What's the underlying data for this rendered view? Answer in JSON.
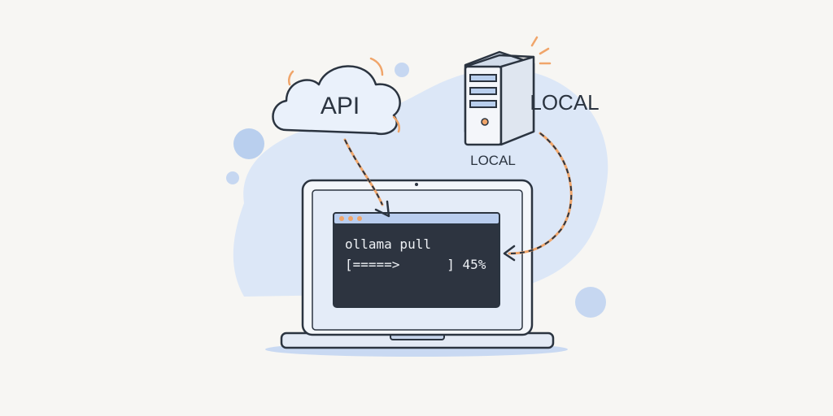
{
  "cloud": {
    "label": "API"
  },
  "server": {
    "label_side": "LOCAL",
    "label_below": "LOCAL"
  },
  "terminal": {
    "command": "ollama pull",
    "progress_bar": "[=====>      ] 45%",
    "progress_fraction": 0.45
  },
  "colors": {
    "blob": "#dce7f7",
    "cloud_fill": "#eaf1fb",
    "outline": "#2b3440",
    "terminal_bg": "#2d3440",
    "terminal_bar": "#b9cdee",
    "accent_orange": "#f0a56a",
    "dot_blue": "#b9cfee"
  },
  "icons": {
    "cloud": "cloud-icon",
    "server": "server-tower-icon",
    "laptop": "laptop-icon",
    "terminal": "terminal-window-icon"
  }
}
